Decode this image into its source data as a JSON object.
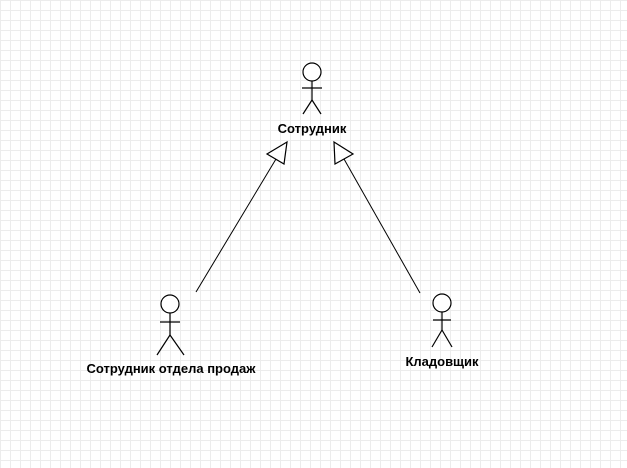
{
  "diagram": {
    "actors": [
      {
        "id": "employee",
        "label": "Сотрудник"
      },
      {
        "id": "sales-employee",
        "label": "Сотрудник отдела продаж"
      },
      {
        "id": "storekeeper",
        "label": "Кладовщик"
      }
    ],
    "relations": [
      {
        "type": "generalization",
        "from": "sales-employee",
        "to": "employee"
      },
      {
        "type": "generalization",
        "from": "storekeeper",
        "to": "employee"
      }
    ],
    "colors": {
      "stroke": "#000000",
      "fill": "#ffffff",
      "grid": "#ececec",
      "background": "#ffffff"
    }
  }
}
